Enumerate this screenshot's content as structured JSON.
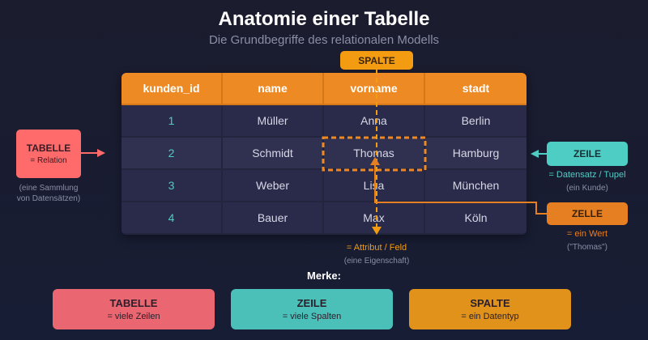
{
  "title": "Anatomie einer Tabelle",
  "subtitle": "Die Grundbegriffe des relationalen Modells",
  "table": {
    "columns": [
      "kunden_id",
      "name",
      "vorname",
      "stadt"
    ],
    "rows": [
      [
        "1",
        "Müller",
        "Anna",
        "Berlin"
      ],
      [
        "2",
        "Schmidt",
        "Thomas",
        "Hamburg"
      ],
      [
        "3",
        "Weber",
        "Lisa",
        "München"
      ],
      [
        "4",
        "Bauer",
        "Max",
        "Köln"
      ]
    ]
  },
  "callouts": {
    "tabelle": {
      "label": "TABELLE",
      "sub": "= Relation",
      "note1": "(eine Sammlung",
      "note2": "von Datensätzen)",
      "color": "#ff6b6b"
    },
    "zeile": {
      "label": "ZEILE",
      "sub": "= Datensatz / Tupel",
      "note": "(ein Kunde)",
      "color": "#4ecdc4"
    },
    "spalte": {
      "label": "SPALTE",
      "sub": "= Attribut / Feld",
      "note": "(eine Eigenschaft)",
      "color": "#f39c12"
    },
    "zelle": {
      "label": "ZELLE",
      "sub": "= ein Wert",
      "note": "(\"Thomas\")",
      "color": "#e67e22"
    }
  },
  "merke": {
    "heading": "Merke:",
    "cards": [
      {
        "title": "TABELLE",
        "sub": "= viele Zeilen",
        "color": "#ea6670"
      },
      {
        "title": "ZEILE",
        "sub": "= viele Spalten",
        "color": "#4bc0b9"
      },
      {
        "title": "SPALTE",
        "sub": "= ein Datentyp",
        "color": "#e0921a"
      }
    ]
  }
}
